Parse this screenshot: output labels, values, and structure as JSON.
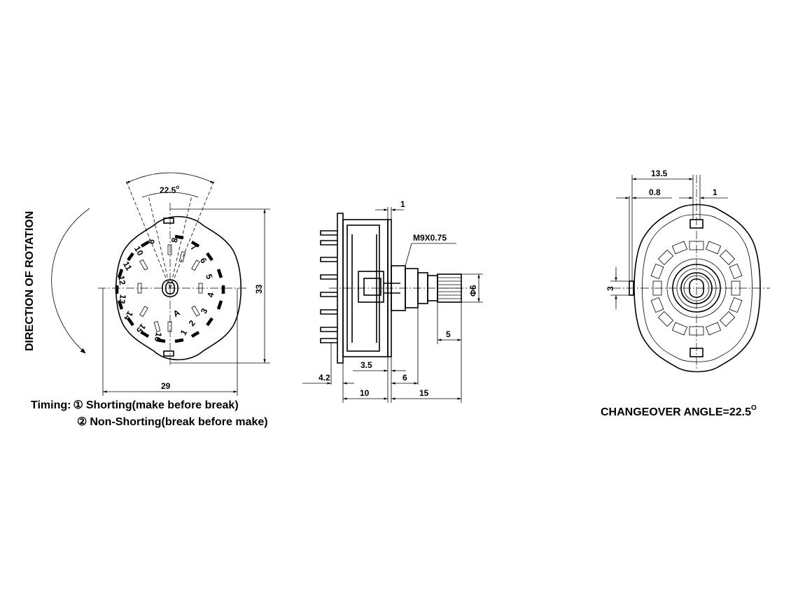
{
  "left_view": {
    "direction_label": "DIRECTION OF ROTATION",
    "angle_label": "22.5",
    "degree_mark": "o",
    "dim_width": "29",
    "dim_height": "33",
    "pins": [
      "1",
      "2",
      "3",
      "4",
      "5",
      "6",
      "7",
      "8",
      "9",
      "10",
      "11",
      "12",
      "13",
      "14",
      "15",
      "16"
    ],
    "common_pin": "A"
  },
  "timing": {
    "label": "Timing:",
    "item1_marker": "①",
    "item1_text": "Shorting(make before break)",
    "item2_marker": "②",
    "item2_text": "Non-Shorting(break before make)"
  },
  "side_view": {
    "thread": "M9X0.75",
    "dim_top": "1",
    "dim_3_5": "3.5",
    "dim_4_2": "4.2",
    "dim_6": "6",
    "dim_10": "10",
    "dim_15": "15",
    "dim_5": "5",
    "dim_shaft": "Φ6"
  },
  "right_view": {
    "dim_13_5": "13.5",
    "dim_0_8": "0.8",
    "dim_1": "1",
    "dim_3": "3",
    "changeover_label": "CHANGEOVER ANGLE=22.5",
    "degree_mark": "O"
  }
}
